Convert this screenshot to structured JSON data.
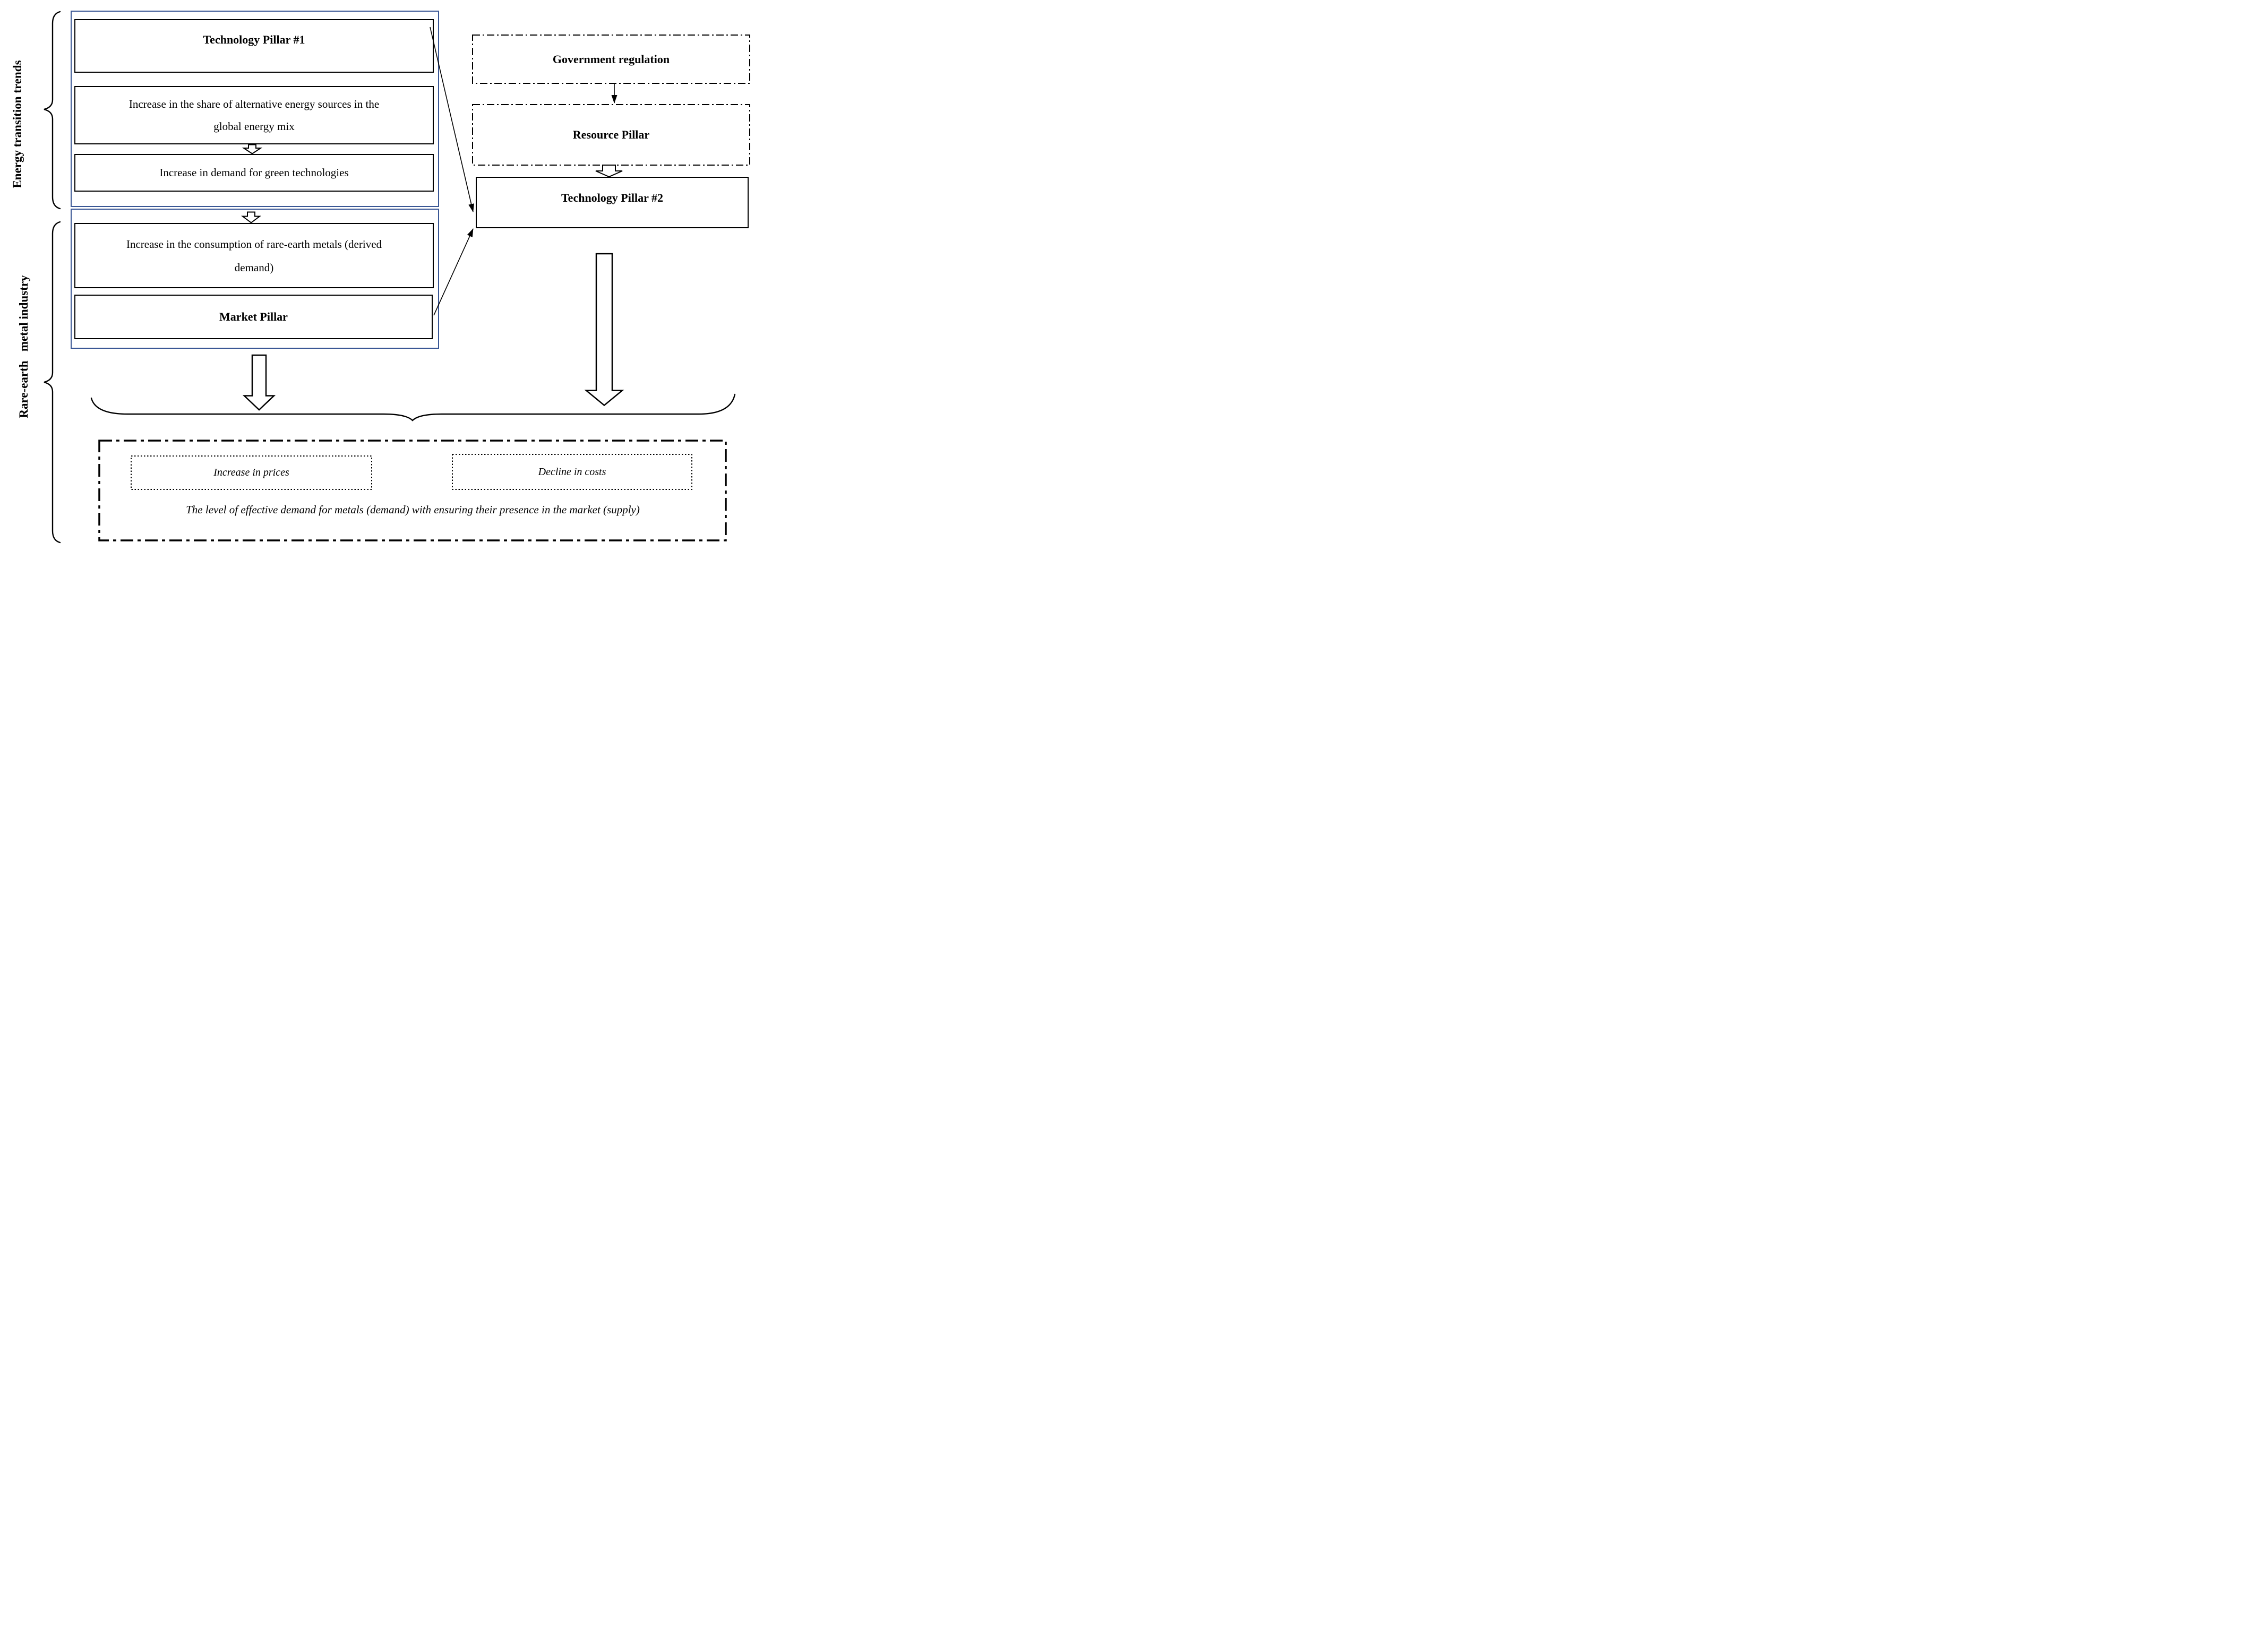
{
  "colors": {
    "container_border": "#3A5795",
    "ink": "#000000"
  },
  "side_labels": {
    "energy_transition": "Energy transition trends",
    "rare_earth": "Rare-earth   metal industry"
  },
  "energy_group": {
    "technology_pillar_1": "Technology Pillar #1",
    "alt_energy_share": "Increase in the share of alternative energy sources in the global energy mix",
    "green_tech_demand": "Increase in demand for green technologies"
  },
  "metal_group": {
    "ree_consumption": "Increase in the consumption of rare-earth metals (derived demand)",
    "market_pillar": "Market Pillar"
  },
  "regulation_chain": {
    "government_regulation": "Government regulation",
    "resource_pillar": "Resource Pillar",
    "technology_pillar_2": "Technology Pillar #2"
  },
  "outcome": {
    "increase_in_prices": "Increase in prices",
    "decline_in_costs": "Decline in costs",
    "summary": "The level of effective demand for metals (demand) with ensuring their presence in the market (supply)"
  }
}
